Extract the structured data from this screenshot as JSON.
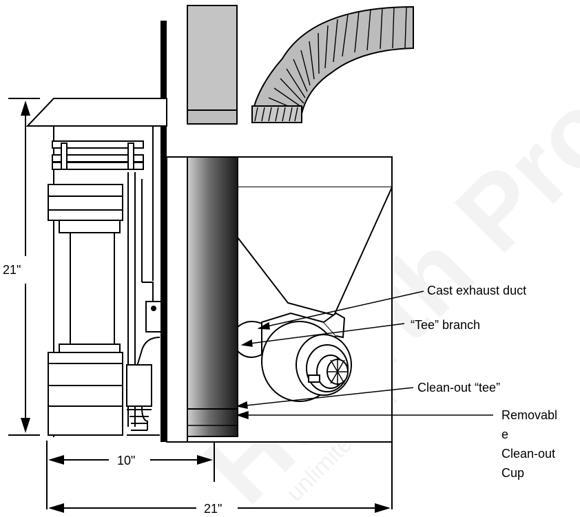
{
  "dimensions": {
    "height": "21\"",
    "partial_width": "10\"",
    "total_width": "21\""
  },
  "callouts": {
    "cast_exhaust_duct": "Cast exhaust duct",
    "tee_branch": "“Tee” branch",
    "clean_out_tee": "Clean-out “tee”",
    "removable_cup": [
      "Removabl",
      "e",
      "Clean-out",
      "Cup"
    ]
  },
  "watermark": {
    "text": "Hearth Products",
    "small": "unlimited.com"
  }
}
